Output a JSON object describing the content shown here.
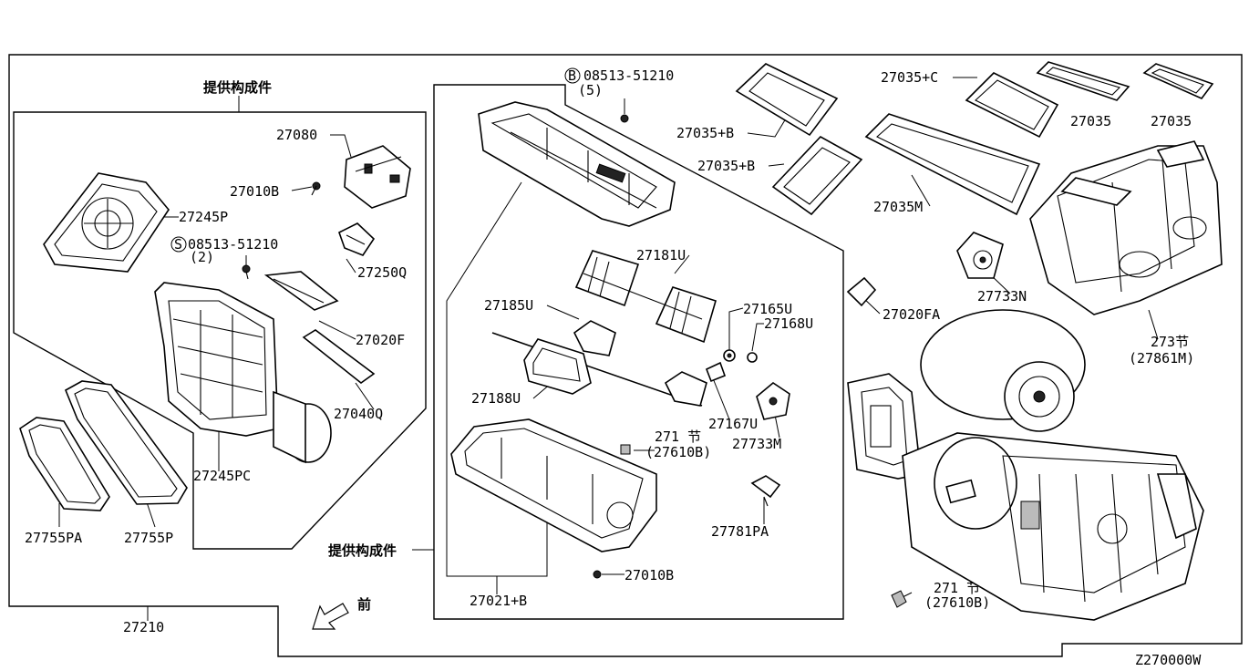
{
  "diagram_code": "Z270000W",
  "section_labels": {
    "assembly_left": "提供构成件",
    "assembly_center": "提供构成件",
    "front_arrow": "前"
  },
  "callouts": {
    "p27080": "27080",
    "p27010B_top": "27010B",
    "p27245P": "27245P",
    "p08513_s": "08513-51210",
    "p08513_s_qty": "(2)",
    "p27250Q": "27250Q",
    "p27020F": "27020F",
    "p27040Q": "27040Q",
    "p27245PC": "27245PC",
    "p27755PA": "27755PA",
    "p27755P": "27755P",
    "p27210": "27210",
    "p08513_b": "08513-51210",
    "p08513_b_qty": "(5)",
    "p27181U": "27181U",
    "p27185U": "27185U",
    "p27165U": "27165U",
    "p27168U": "27168U",
    "p27188U": "27188U",
    "p27167U": "27167U",
    "p27733M": "27733M",
    "p271_mid": "271 节",
    "p27610B_mid": "(27610B)",
    "p27781PA": "27781PA",
    "p27010B_bottom": "27010B",
    "p27021B": "27021+B",
    "p27035C": "27035+C",
    "p27035_a": "27035",
    "p27035_b": "27035",
    "p27035B_1": "27035+B",
    "p27035B_2": "27035+B",
    "p27035M": "27035M",
    "p27733N": "27733N",
    "p27020FA": "27020FA",
    "p273": "273节",
    "p27861M": "(27861M)",
    "p271_right": "271 节",
    "p27610B_right": "(27610B)"
  },
  "markers": {
    "s_marker": "S",
    "b_marker": "B"
  }
}
